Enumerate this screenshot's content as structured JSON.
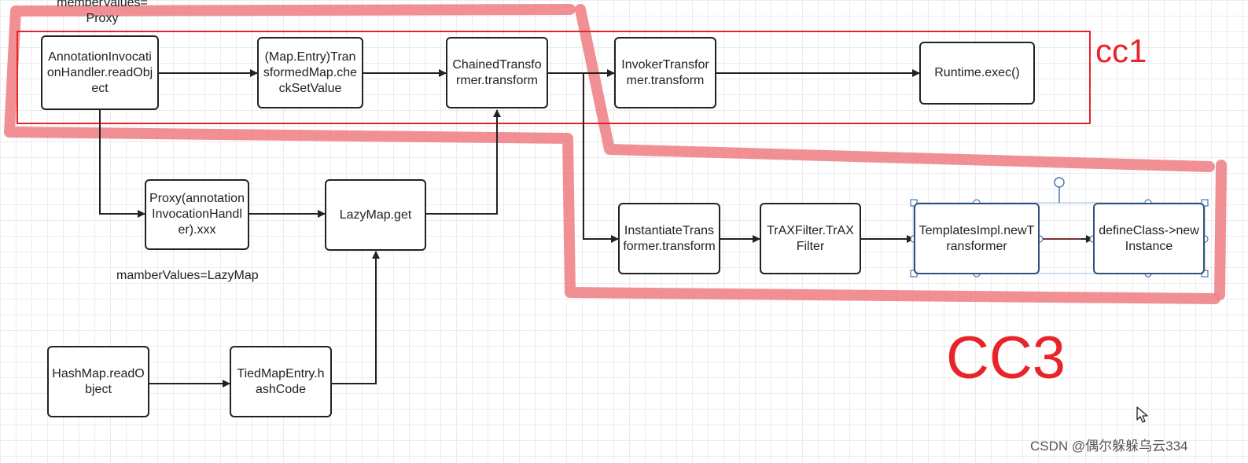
{
  "nodes": {
    "annotation_readobject": "AnnotationInvocationHandler.readObject",
    "transformed_map_checksetvalue": "(Map.Entry)TransformedMap.checkSetValue",
    "chained_transformer": "ChainedTransformer.transform",
    "invoker_transformer": "InvokerTransformer.transform",
    "runtime_exec": "Runtime.exec()",
    "proxy_handler": "Proxy(annotationInvocationHandler).xxx",
    "lazymap_get": "LazyMap.get",
    "instantiate_transformer": "InstantiateTransformer.transform",
    "traxfilter": "TrAXFilter.TrAXFilter",
    "templatesimpl_newtransformer": "TemplatesImpl.newTransformer",
    "defineclass_newinstance": "defineClass->newInstance",
    "hashmap_readobject": "HashMap.readObject",
    "tiedmapentry_hashcode": "TiedMapEntry.hashCode"
  },
  "labels": {
    "member_values_proxy": "memberValues=\nProxy",
    "member_values_lazymap": "mamberValues=LazyMap",
    "cc1": "cc1",
    "cc3": "CC3"
  },
  "watermark": "CSDN @偶尔躲躲乌云334",
  "colors": {
    "highlight_red": "#e8242b",
    "marker_red": "#f08488",
    "node_border": "#222222",
    "selection_blue": "#4a78b5"
  },
  "icons": {
    "cursor": "mouse-pointer-icon",
    "selection_handle": "resize-handle-icon"
  }
}
